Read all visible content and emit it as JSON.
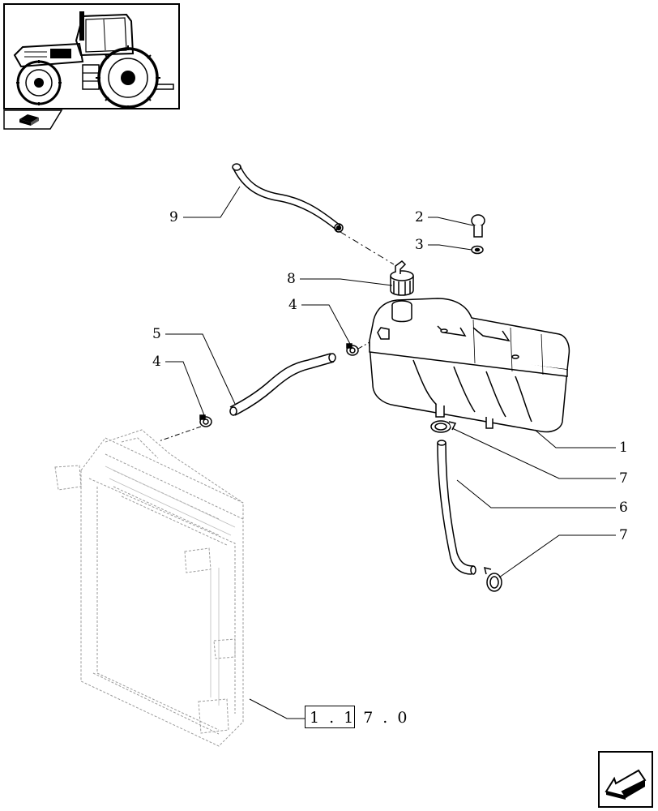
{
  "title": "Coolant expansion tank and hoses",
  "colors": {
    "ink": "#000000",
    "faint": "#9a9a9a",
    "paper": "#ffffff"
  },
  "icons": {
    "thumbnail": "tractor-thumbnail-icon",
    "section": "section-book-icon",
    "next": "next-page-arrow-icon"
  },
  "callouts": {
    "c1": "1",
    "c2": "2",
    "c3": "3",
    "c4a": "4",
    "c4b": "4",
    "c5": "5",
    "c6": "6",
    "c7a": "7",
    "c7b": "7",
    "c8": "8",
    "c9": "9"
  },
  "reference": {
    "text": "1.17.0"
  }
}
